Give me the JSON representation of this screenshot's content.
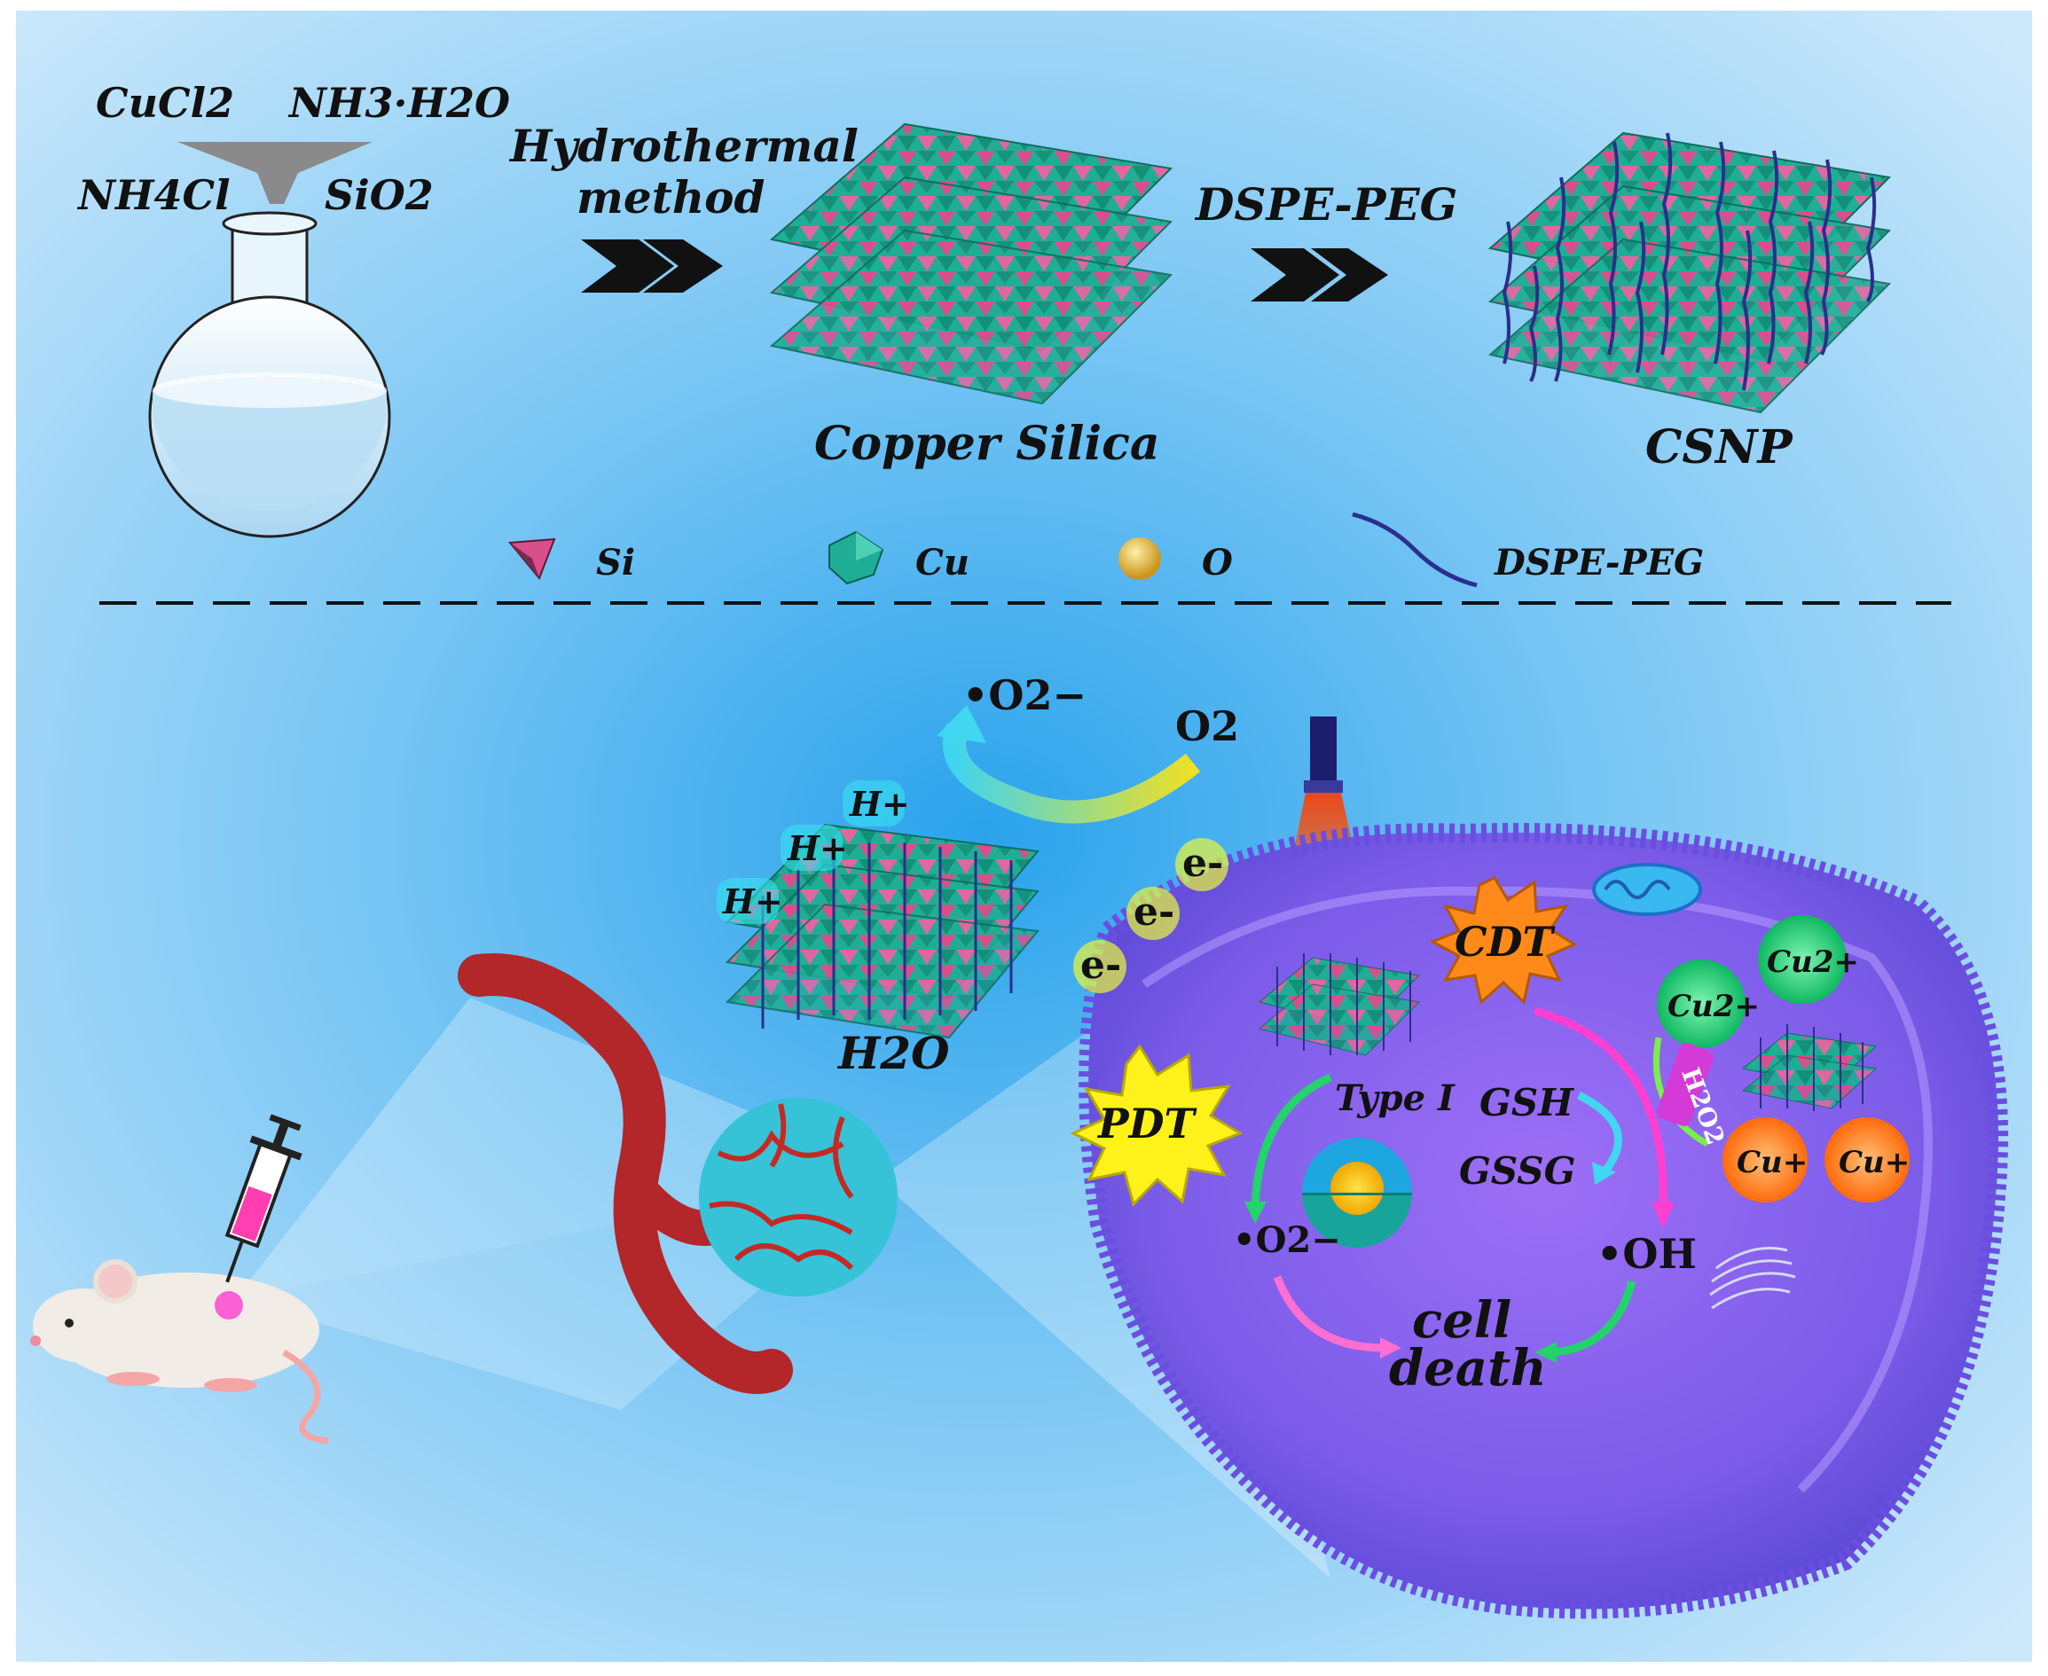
{
  "synthesis": {
    "reagent_1": "CuCl2",
    "reagent_2": "NH3·H2O",
    "reagent_3": "NH4Cl",
    "reagent_4": "SiO2",
    "step1_label_line1": "Hydrothermal",
    "step1_label_line2": "method",
    "step2_label": "DSPE-PEG",
    "product_1": "Copper Silica",
    "product_2": "CSNP"
  },
  "legend": {
    "si": "Si",
    "cu": "Cu",
    "o": "O",
    "peg": "DSPE-PEG"
  },
  "mechanism": {
    "h_plus": "H+",
    "electron": "e-",
    "water": "H2O",
    "superoxide": "•O2−",
    "oxygen": "O2",
    "cdt": "CDT",
    "pdt": "PDT",
    "type_one": "Type I",
    "gsh": "GSH",
    "gssg": "GSSG",
    "hydroxyl": "•OH",
    "cell_death_line1": "cell",
    "cell_death_line2": "death",
    "cu2": "Cu2+",
    "cu1": "Cu+",
    "h2o2": "H2O2"
  },
  "colors": {
    "background_top": "#b9dcf7",
    "background_bottom": "#4fb2ee",
    "si_tetrahedron": "#d84f8c",
    "cu_octahedron": "#1fae95",
    "peg_chain": "#2b2f8c",
    "cell_membrane": "#8b6cf2",
    "cu2_ion": "#22d97e",
    "cu1_ion": "#ff7a1a",
    "vessel": "#b3262a",
    "tumor": "#36c3d8"
  }
}
